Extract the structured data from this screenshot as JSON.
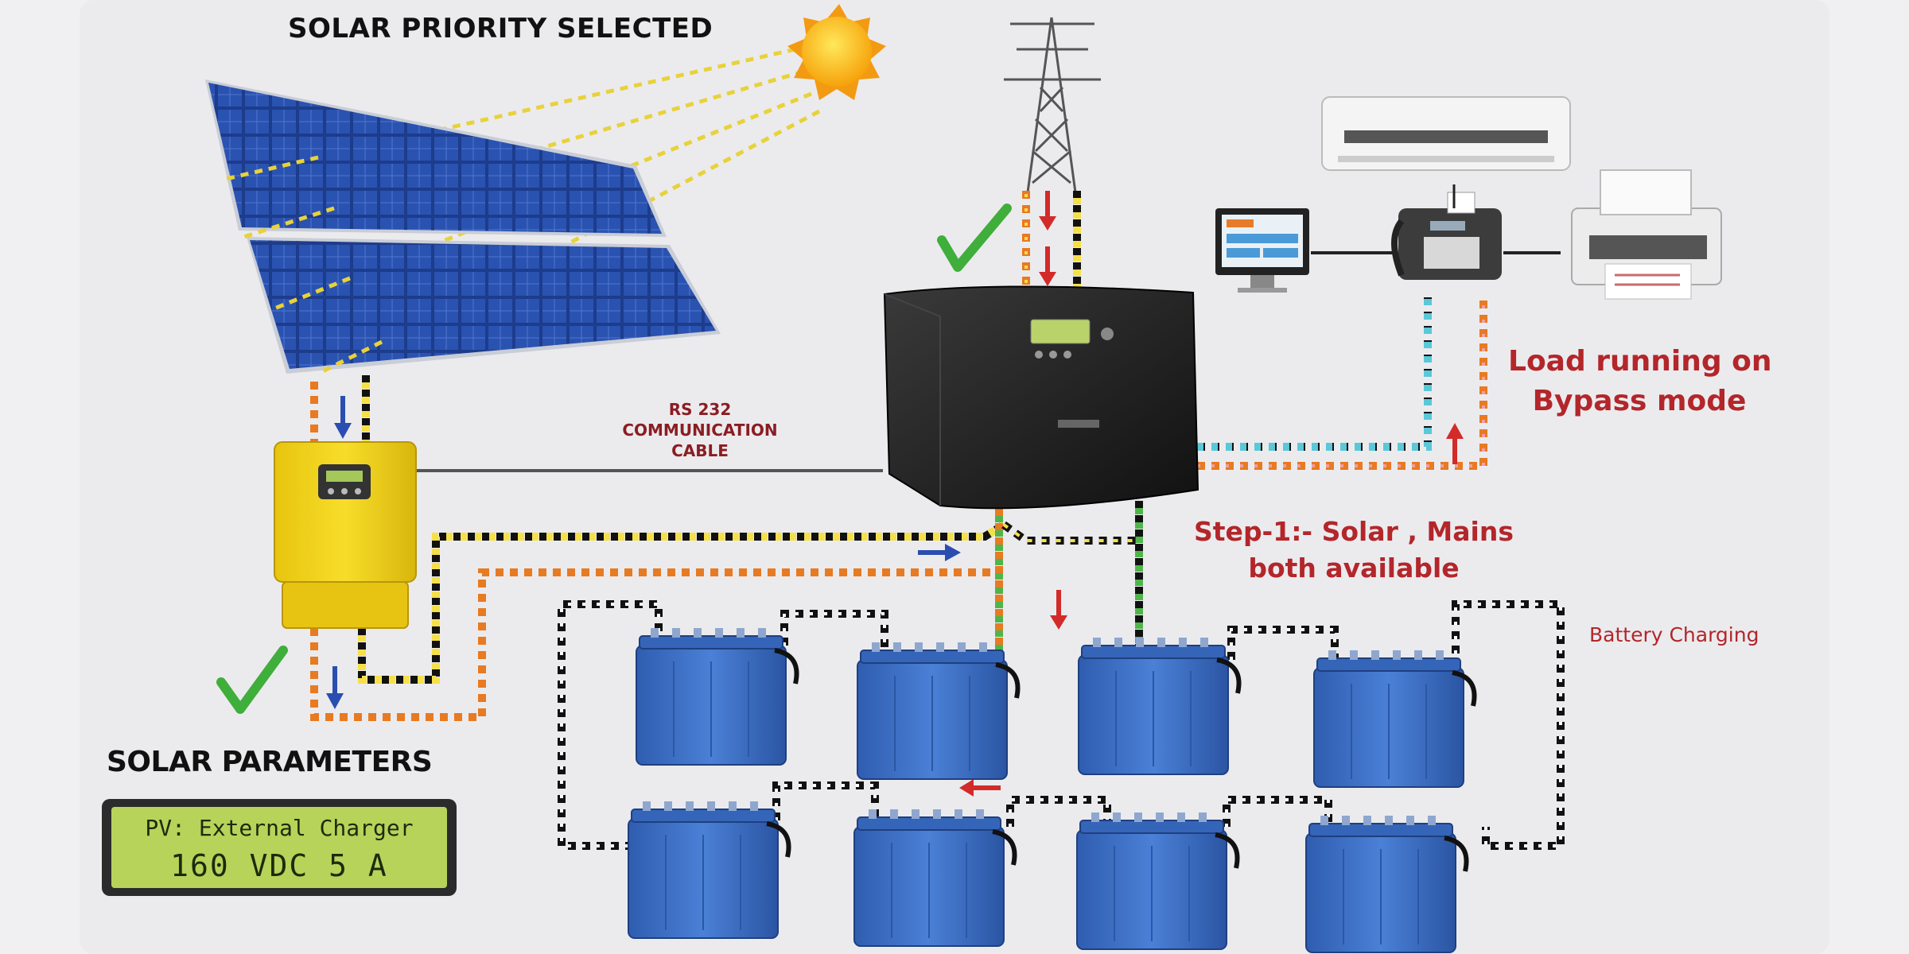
{
  "labels": {
    "solar_priority": "SOLAR PRIORITY SELECTED",
    "rs232_line1": "RS 232",
    "rs232_line2": "COMMUNICATION",
    "rs232_line3": "CABLE",
    "load_line1": "Load running on",
    "load_line2": "Bypass mode",
    "step_line1": "Step-1:- Solar , Mains",
    "step_line2": "both available",
    "battery_charging": "Battery Charging",
    "solar_parameters": "SOLAR PARAMETERS"
  },
  "display": {
    "line1": "PV: External Charger",
    "line2": "160 VDC 5 A"
  },
  "colors": {
    "accent_red": "#b3262a",
    "battery_blue": "#3d6fc2",
    "controller_yellow": "#f2d21a",
    "check_green": "#3fae3a",
    "panel_blue": "#1d3c8c"
  }
}
